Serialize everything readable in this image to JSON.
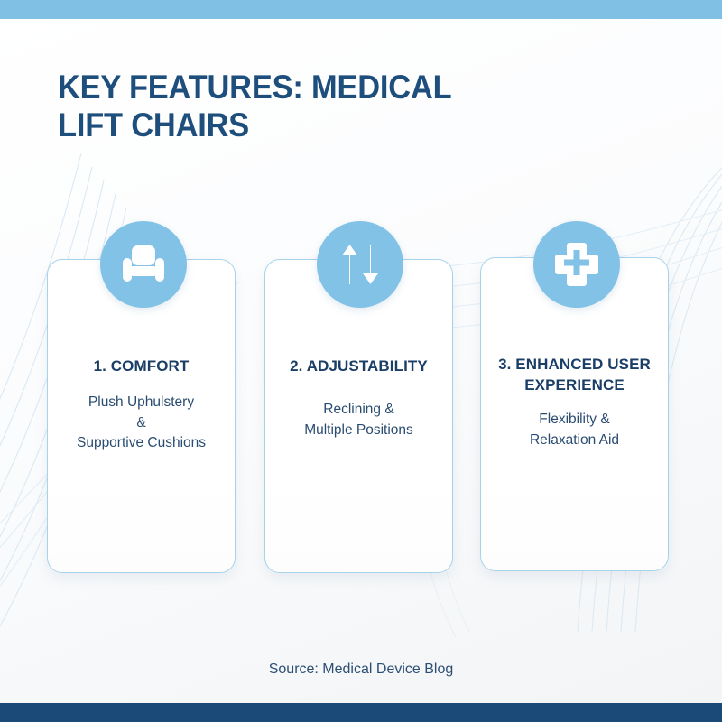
{
  "slide": {
    "title": "KEY FEATURES: MEDICAL\nLIFT CHAIRS",
    "source": "Source: Medical Device Blog"
  },
  "colors": {
    "top_bar": "#7fc0e4",
    "bottom_bar": "#1b4a78",
    "title_navy": "#1d4e7c",
    "icon_circle": "#82c2e6",
    "card_border": "#a6d3ec",
    "heading_navy": "#1b3e66",
    "body_navy": "#2a4c70"
  },
  "cards": [
    {
      "icon": "armchair-icon",
      "heading": "1. COMFORT",
      "text": "Plush Uphulstery\n&\nSupportive Cushions"
    },
    {
      "icon": "up-down-arrows-icon",
      "heading": "2. ADJUSTABILITY",
      "text": "Reclining &\nMultiple Positions"
    },
    {
      "icon": "medical-cross-icon",
      "heading": "3. ENHANCED USER\nEXPERIENCE",
      "text": "Flexibility &\nRelaxation Aid"
    }
  ]
}
